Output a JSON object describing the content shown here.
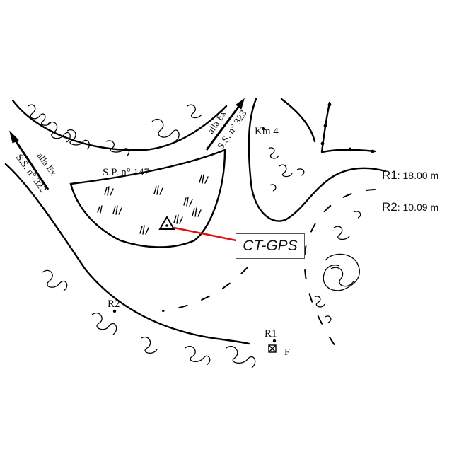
{
  "labels": {
    "sp147": "S.P. n° 147",
    "ss322": "S.S. n° 322",
    "ss322_dir": "alla Ex",
    "ss323": "S.S. n° 323",
    "ss323_dir": "alla Ex",
    "km4": "Km 4",
    "r1_point": "R1",
    "r2_point": "R2",
    "f_mark": "F",
    "station": "CT-GPS"
  },
  "radii": [
    {
      "name": "R1",
      "sep": ": ",
      "value": "18.00 m"
    },
    {
      "name": "R2",
      "sep": ": ",
      "value": "10.09 m"
    }
  ],
  "colors": {
    "pointer_line": "#e01010",
    "ink": "#111111"
  }
}
